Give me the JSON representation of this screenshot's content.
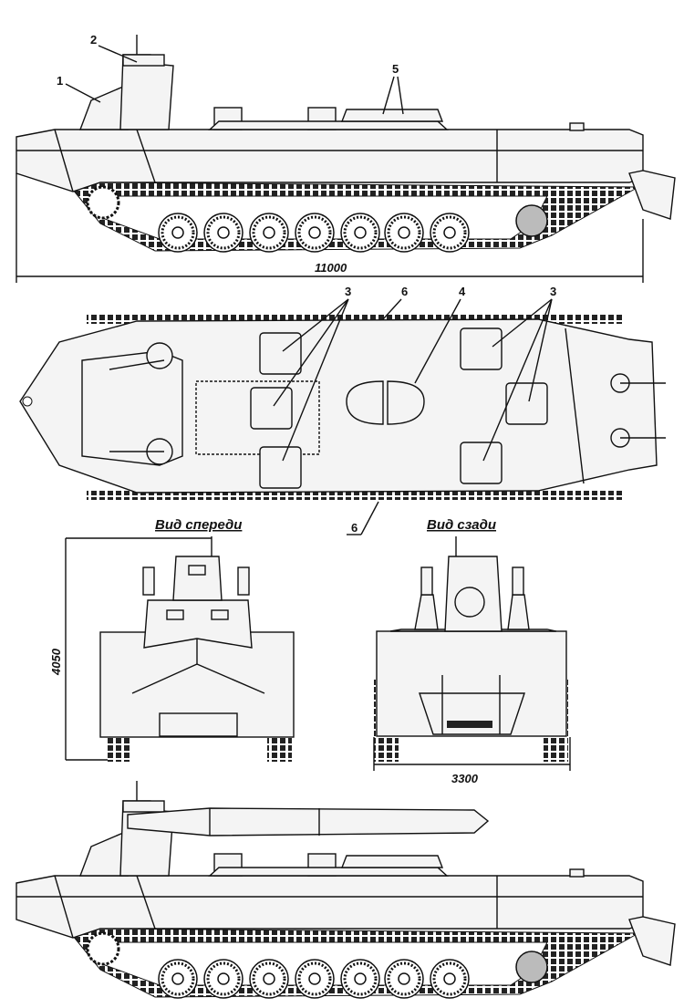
{
  "side_view_top": {
    "callouts": [
      "1",
      "2",
      "5"
    ],
    "length_dim": "11000"
  },
  "top_view": {
    "callouts": [
      "3",
      "6",
      "4",
      "3",
      "6"
    ]
  },
  "front_view": {
    "title": "Вид спереди",
    "height_dim": "4050"
  },
  "rear_view": {
    "title": "Вид сзади",
    "width_dim": "3300"
  }
}
